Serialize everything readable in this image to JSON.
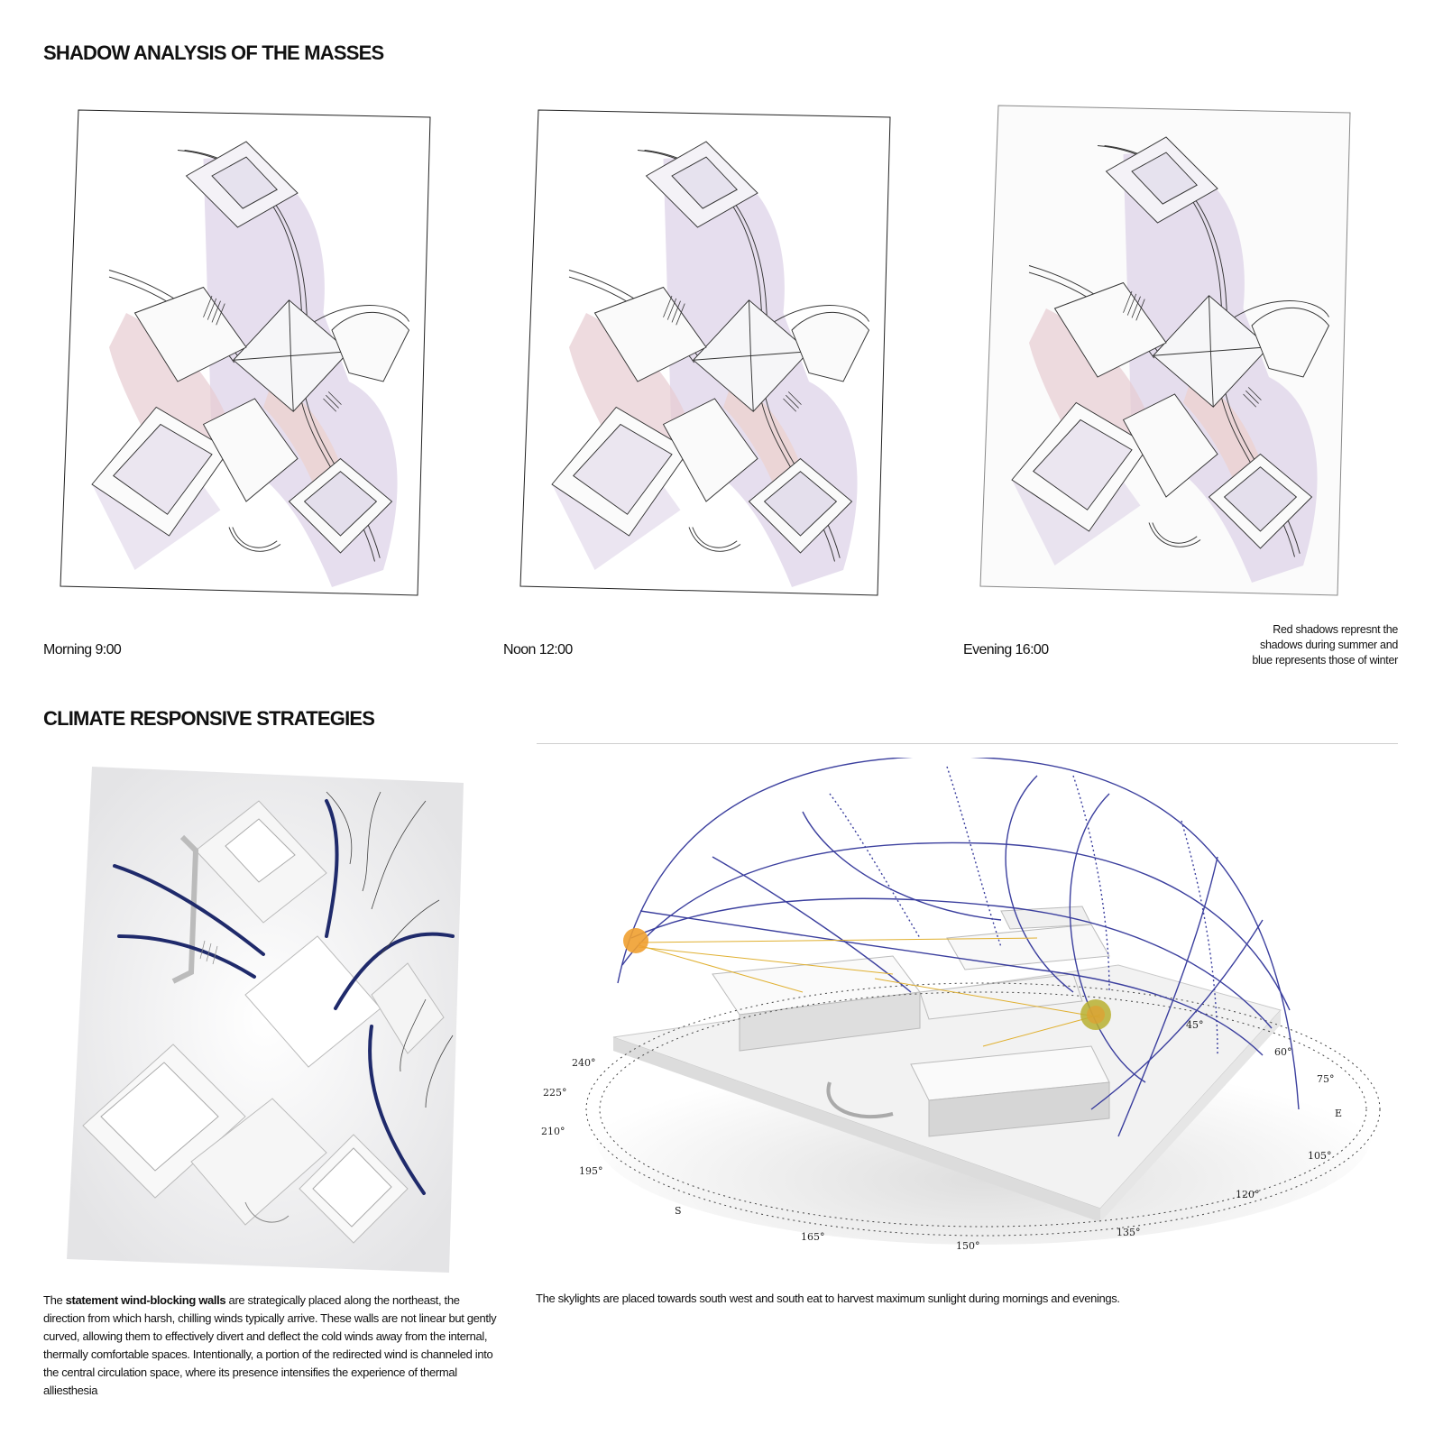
{
  "headings": {
    "shadow": "SHADOW ANALYSIS OF THE MASSES",
    "climate": "CLIMATE RESPONSIVE STRATEGIES"
  },
  "shadow_panels": [
    {
      "label": "Morning 9:00"
    },
    {
      "label": "Noon 12:00"
    },
    {
      "label": "Evening 16:00"
    }
  ],
  "legend_note": {
    "line1": "Red shadows represnt the",
    "line2": "shadows during summer and",
    "line3": "blue represents those of winter"
  },
  "wind_paragraph": {
    "lead": "The ",
    "bold": "statement wind-blocking walls",
    "rest": " are strategically placed along the northeast, the direction from which harsh, chilling winds typically arrive. These walls are not linear but gently curved, allowing them to effectively divert and deflect the cold winds away from the internal, thermally comfortable spaces. Intentionally, a portion of the redirected wind is channeled into the central circulation space, where its presence intensifies the experience of thermal alliesthesia"
  },
  "sky_caption": "The skylights are placed towards south west and south eat to harvest maximum sunlight during mornings and evenings.",
  "sun_path_labels": [
    "240°",
    "225°",
    "210°",
    "195°",
    "S",
    "165°",
    "150°",
    "135°",
    "120°",
    "105°",
    "E",
    "75°",
    "60°",
    "45°"
  ],
  "colors": {
    "summer_shadow": "#e6c9cf",
    "winter_shadow": "#d9d0e6",
    "wind_wall": "#1f2a6b",
    "sun_path": "#3b3f9e",
    "sun_morning": "#f0a030",
    "sun_evening": "#b8b030"
  }
}
